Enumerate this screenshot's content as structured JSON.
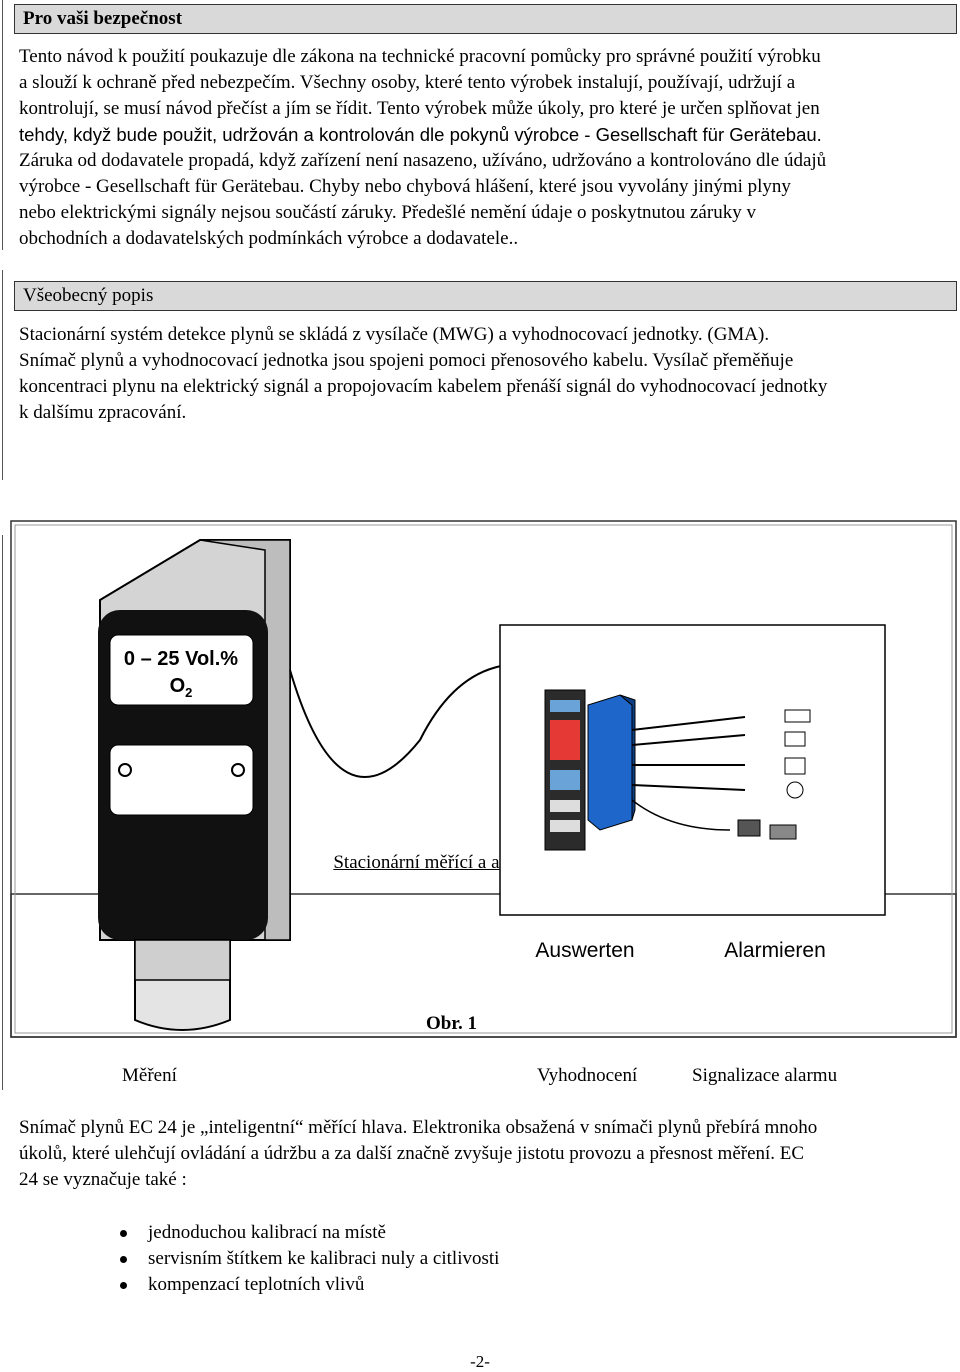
{
  "safety": {
    "heading": "Pro vaši bezpečnost",
    "lines": [
      "Tento návod k použití poukazuje dle zákona na technické pracovní pomůcky pro správné použití výrobku",
      "a slouží k ochraně před nebezpečím. Všechny osoby, které tento výrobek instalují, používají, udržují a",
      "kontrolují, se musí návod přečíst a jím se řídit. Tento výrobek může úkoly, pro které je určen splňovat jen",
      "tehdy, když bude použit, udržován a kontrolován dle pokynů výrobce - Gesellschaft für Gerätebau.",
      "Záruka od dodavatele propadá, když zařízení není nasazeno, užíváno, udržováno a kontrolováno dle údajů",
      "výrobce - Gesellschaft für Gerätebau. Chyby nebo chybová hlášení, které jsou vyvolány jinými plyny",
      "nebo elektrickými signály nejsou součástí záruky. Předešlé nemění údaje o poskytnutou záruky v",
      "obchodních a dodavatelských podmínkách výrobce a dodavatele.."
    ]
  },
  "general": {
    "heading": "Všeobecný popis",
    "lines": [
      "Stacionární systém detekce plynů se skládá z vysílače (MWG) a vyhodnocovací jednotky. (GMA).",
      "Snímač plynů a vyhodnocovací jednotka jsou spojeni  pomoci přenosového kabelu. Vysílač přeměňuje",
      "koncentraci plynu na elektrický signál a propojovacím kabelem přenáší signál do vyhodnocovací jednotky",
      "k dalšímu zpracování."
    ]
  },
  "figure": {
    "title": "Stacionární měřící a alarmové zařízení",
    "sensor_display_line1": "0 – 25 Vol.%",
    "sensor_display_line2": "O",
    "sensor_display_sub": "2",
    "label_evaluate": "Auswerten",
    "label_alarm": "Alarmieren",
    "caption": "Obr. 1",
    "label_measure_cz": "Měření",
    "label_evaluate_cz": "Vyhodnocení",
    "label_alarm_cz": "Signalizace alarmu"
  },
  "description": {
    "lines": [
      "Snímač plynů EC 24 je „inteligentní“ měřící hlava. Elektronika obsažená v snímači plynů přebírá mnoho",
      "úkolů, které ulehčují ovládání a údržbu a za další značně zvyšuje jistotu provozu a přesnost měření. EC",
      "24 se vyznačuje  také :"
    ],
    "bullets": [
      "jednoduchou kalibrací na místě",
      "servisním štítkem ke kalibraci nuly a citlivosti",
      "kompenzací teplotních vlivů"
    ]
  },
  "page_number": "-2-"
}
